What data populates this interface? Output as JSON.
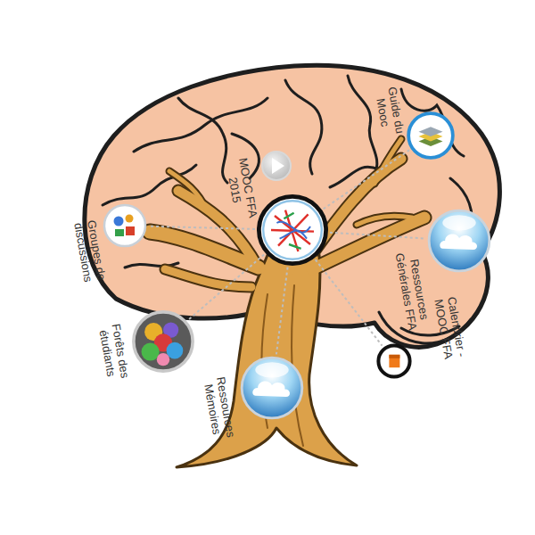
{
  "diagram": {
    "nodes": [
      {
        "text": [
          "MOOC FFA 2015"
        ]
      },
      {
        "text": [
          "Guide du Mooc"
        ]
      },
      {
        "text": [
          "Groupes de discussions"
        ]
      },
      {
        "text": [
          "Ressources Générales FFA"
        ]
      },
      {
        "text": [
          "Forêts des étudiants"
        ]
      },
      {
        "text": [
          "Calendrier - MOOC FFA"
        ]
      },
      {
        "text": [
          "Ressources Mémoires"
        ]
      }
    ],
    "edges": [
      {
        "from": 0,
        "to": 1,
        "arrow": "none"
      },
      {
        "from": 0,
        "to": 2,
        "arrow": "none"
      },
      {
        "from": 0,
        "to": 3,
        "arrow": "none"
      },
      {
        "from": 0,
        "to": 4,
        "arrow": "none"
      },
      {
        "from": 0,
        "to": 5,
        "arrow": "none"
      },
      {
        "from": 0,
        "to": 6,
        "arrow": "none"
      }
    ]
  }
}
